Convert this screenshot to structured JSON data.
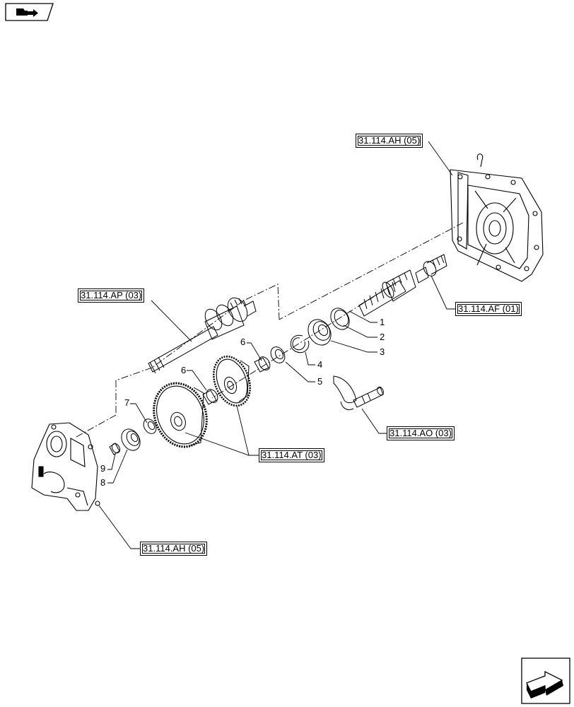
{
  "icons": {
    "top_left": "folder-arrow-icon",
    "bottom_right": "next-page-arrow-icon"
  },
  "references": {
    "housing_top": "31.114.AH (05)",
    "shaft_upper": "31.114.AP (03)",
    "input_shaft": "31.114.AF (01)",
    "shift_fork": "31.114.AO (03)",
    "gears": "31.114.AT (03)",
    "housing_bottom": "31.114.AH (05)"
  },
  "callouts": {
    "n1": "1",
    "n2": "2",
    "n3": "3",
    "n4": "4",
    "n5": "5",
    "n6a": "6",
    "n6b": "6",
    "n7": "7",
    "n8": "8",
    "n9": "9"
  }
}
